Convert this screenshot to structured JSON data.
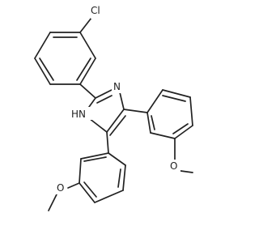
{
  "molecule": {
    "labels": {
      "chlorine": "Cl",
      "nitrogen_imine": "N",
      "nitrogen_amine": "HN",
      "oxygen_right": "O",
      "oxygen_left": "O"
    }
  }
}
